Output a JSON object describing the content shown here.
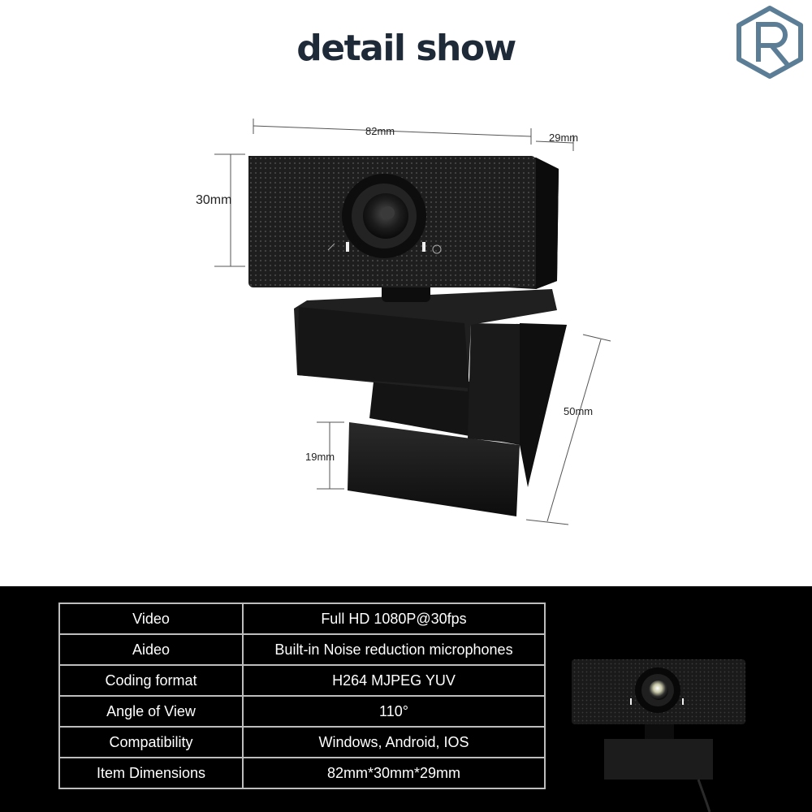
{
  "title": "detail show",
  "logo_icon": "hexagon-r-logo",
  "dimensions": {
    "width": "82mm",
    "depth": "29mm",
    "height": "30mm",
    "clip_height": "19mm",
    "stand_length": "50mm"
  },
  "specs": [
    {
      "key": "Video",
      "value": "Full HD 1080P@30fps"
    },
    {
      "key": "Aideo",
      "value": "Built-in Noise reduction microphones"
    },
    {
      "key": "Coding format",
      "value": "H264 MJPEG YUV"
    },
    {
      "key": "Angle of View",
      "value": "110°"
    },
    {
      "key": "Compatibility",
      "value": "Windows, Android, IOS"
    },
    {
      "key": "Item Dimensions",
      "value": "82mm*30mm*29mm"
    }
  ],
  "colors": {
    "title": "#1f2a38",
    "logo": "#5b7d96",
    "panel_bg": "#000000",
    "table_border": "#bdbdbd"
  }
}
